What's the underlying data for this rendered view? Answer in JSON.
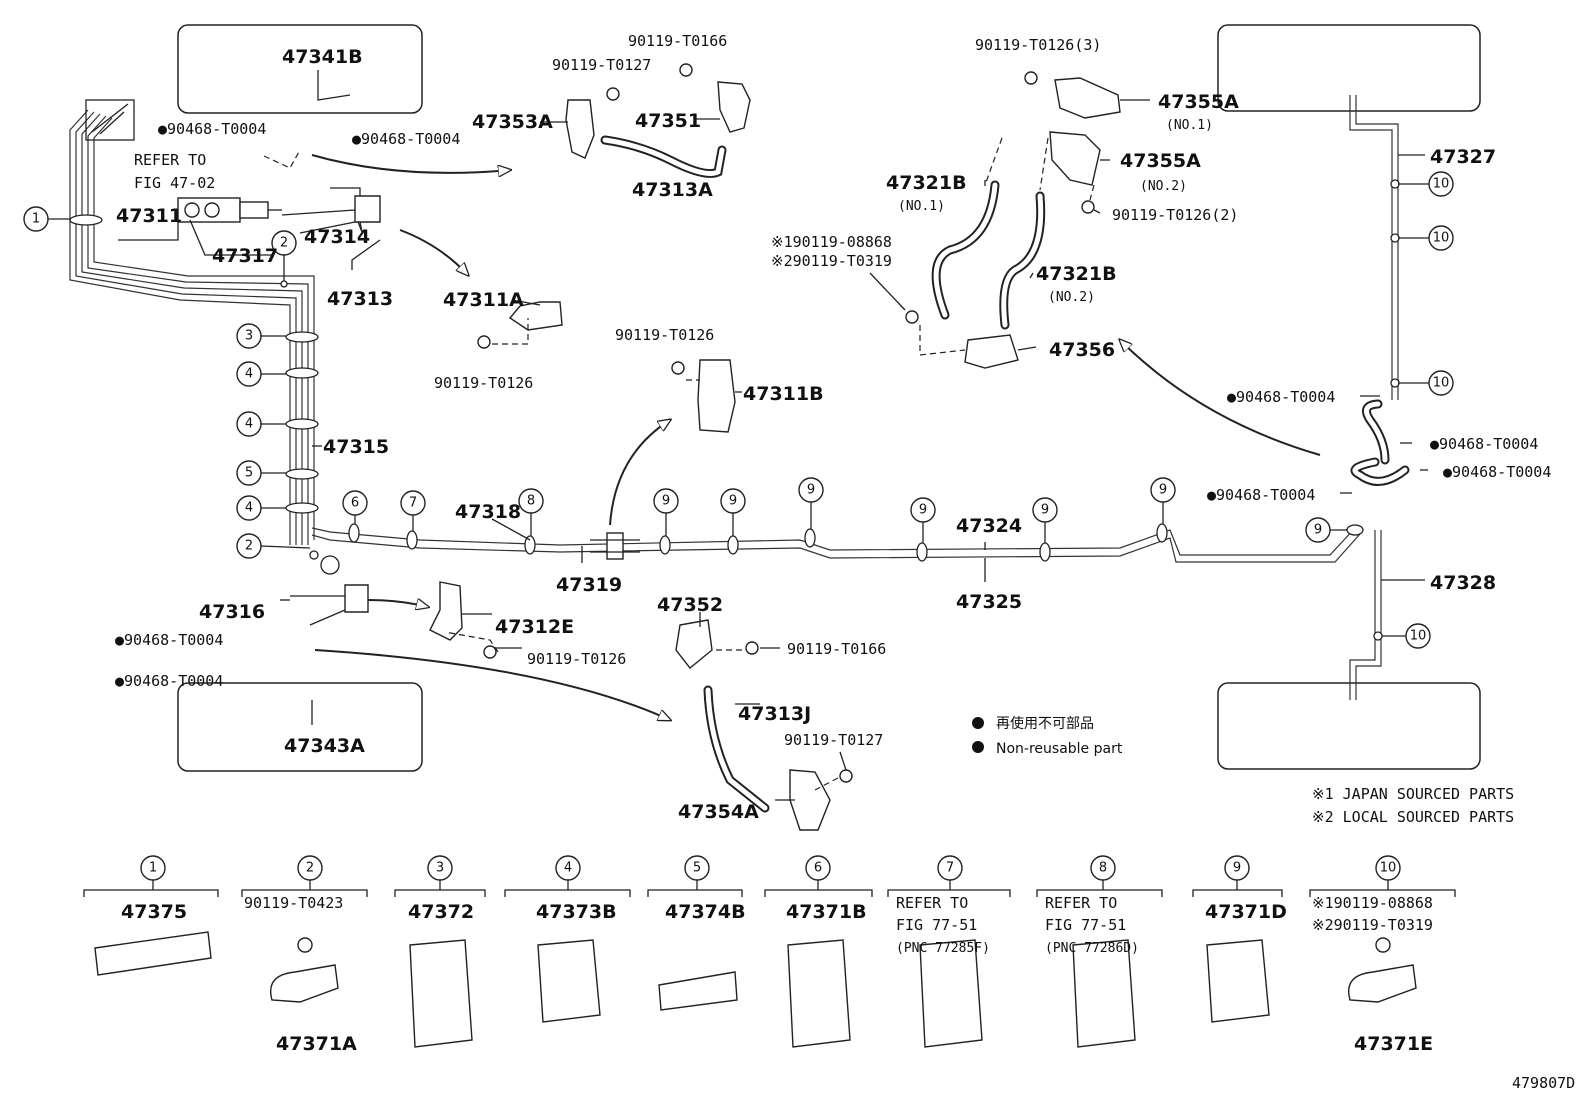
{
  "labels": {
    "p47341B": "47341B",
    "p47353A": "47353A",
    "p47351": "47351",
    "p47313A": "47313A",
    "p90119_T0166_a": "90119-T0166",
    "p90119_T0127_a": "90119-T0127",
    "p90468_T0004_1": "●90468-T0004",
    "p90468_T0004_2": "●90468-T0004",
    "refer1": "REFER TO",
    "refer2": "FIG 47-02",
    "p47311": "47311",
    "p47314": "47314",
    "p47317": "47317",
    "p47313": "47313",
    "p47311A": "47311A",
    "p90119_T0126_a": "90119-T0126",
    "p90119_T0126_b": "90119-T0126",
    "p47311B": "47311B",
    "p47315": "47315",
    "p47318": "47318",
    "p47319": "47319",
    "p47324": "47324",
    "p47325": "47325",
    "p47316": "47316",
    "p90468_T0004_3": "●90468-T0004",
    "p90468_T0004_4": "●90468-T0004",
    "p47312E": "47312E",
    "p90119_T0126_c": "90119-T0126",
    "p47343A": "47343A",
    "p47352": "47352",
    "p90119_T0166_b": "90119-T0166",
    "p47313J": "47313J",
    "p90119_T0127_b": "90119-T0127",
    "p47354A": "47354A",
    "p90119_T0126_3": "90119-T0126(3)",
    "p47355A": "47355A",
    "no1a": "(NO.1)",
    "p47355A2": "47355A",
    "no2a": "(NO.2)",
    "p90119_T0126_2": "90119-T0126(2)",
    "p47321B_1": "47321B",
    "no1b": "(NO.1)",
    "p47321B_2": "47321B",
    "no2b": "(NO.2)",
    "ast1_08868": "※190119-08868",
    "ast2_T0319": "※290119-T0319",
    "p47356": "47356",
    "p47327": "47327",
    "p47328": "47328",
    "p90468_T0004_5": "●90468-T0004",
    "p90468_T0004_6": "●90468-T0004",
    "p90468_T0004_7": "●90468-T0004",
    "p90468_T0004_8": "●90468-T0004",
    "legend_jp": "再使用不可部品",
    "legend_en": "Non-reusable part",
    "note1": "※1 JAPAN SOURCED PARTS",
    "note2": "※2 LOCAL SOURCED PARTS",
    "fig_id": "479807D"
  },
  "callouts": {
    "c1": "1",
    "c2a": "2",
    "c3": "3",
    "c4a": "4",
    "c4b": "4",
    "c5": "5",
    "c4c": "4",
    "c2b": "2",
    "c6": "6",
    "c7": "7",
    "c8": "8",
    "c9a": "9",
    "c9b": "9",
    "c9c": "9",
    "c9d": "9",
    "c9e": "9",
    "c9f": "9",
    "c9g": "9",
    "c10a": "10",
    "c10b": "10",
    "c10c": "10",
    "c10d": "10"
  },
  "clips": [
    {
      "num": "1",
      "part": "47375"
    },
    {
      "num": "2",
      "part": "90119-T0423",
      "part2": "47371A"
    },
    {
      "num": "3",
      "part": "47372"
    },
    {
      "num": "4",
      "part": "47373B"
    },
    {
      "num": "5",
      "part": "47374B"
    },
    {
      "num": "6",
      "part": "47371B"
    },
    {
      "num": "7",
      "part": "REFER TO",
      "part2": "FIG 77-51",
      "part3": "(PNC 77285F)"
    },
    {
      "num": "8",
      "part": "REFER TO",
      "part2": "FIG 77-51",
      "part3": "(PNC 77286D)"
    },
    {
      "num": "9",
      "part": "47371D"
    },
    {
      "num": "10",
      "part": "※190119-08868",
      "part2": "※290119-T0319",
      "part3": "47371E"
    }
  ]
}
